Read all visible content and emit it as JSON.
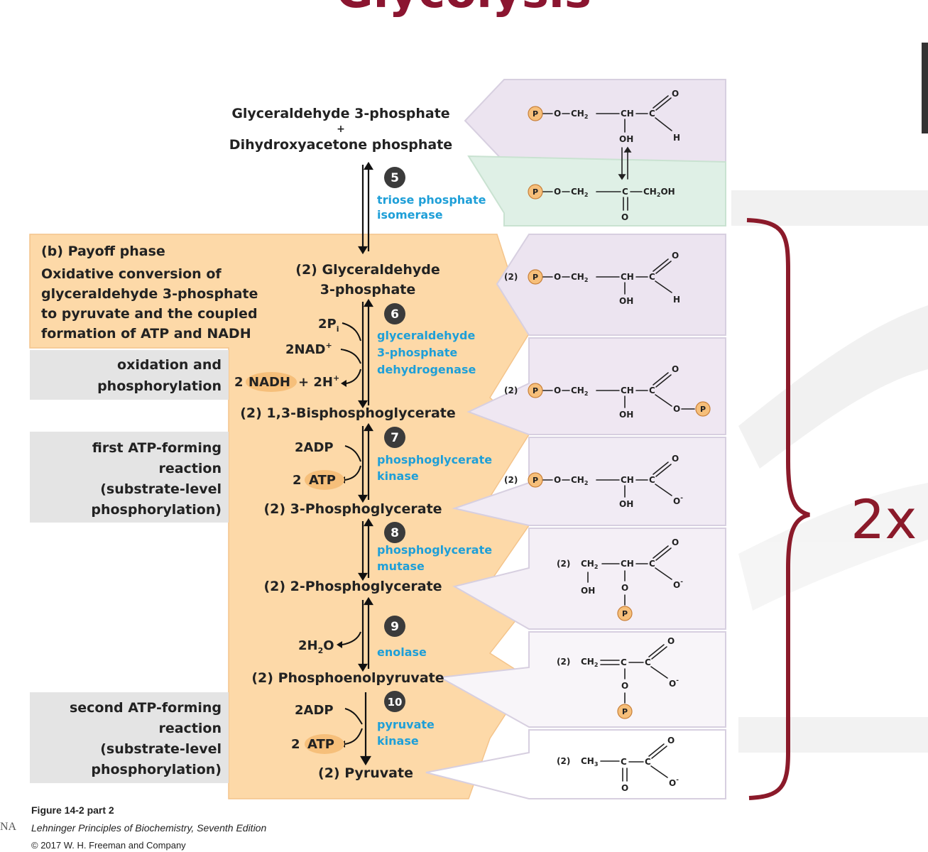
{
  "slide_title": "Glycolysis",
  "multiplier": "2x",
  "section": {
    "title": "(b) Payoff phase",
    "description": [
      "Oxidative conversion of",
      "glyceraldehyde 3-phosphate",
      "to pyruvate and the coupled",
      "formation of ATP and NADH"
    ]
  },
  "side_labels": {
    "oxidation": [
      "oxidation and",
      "phosphorylation"
    ],
    "first_atp": [
      "first ATP-forming",
      "reaction",
      "(substrate-level",
      "phosphorylation)"
    ],
    "second_atp": [
      "second ATP-forming",
      "reaction",
      "(substrate-level",
      "phosphorylation)"
    ]
  },
  "metabolites": {
    "g3p_top": "Glyceraldehyde 3-phosphate",
    "plus": "+",
    "dhap": "Dihydroxyacetone phosphate",
    "g3p_2": [
      "(2) Glyceraldehyde",
      "3-phosphate"
    ],
    "bpg": "(2) 1,3-Bisphosphoglycerate",
    "pg3": "(2) 3-Phosphoglycerate",
    "pg2": "(2) 2-Phosphoglycerate",
    "pep": "(2) Phosphoenolpyruvate",
    "pyruvate": "(2) Pyruvate"
  },
  "cofactors": {
    "pi": "2P",
    "pi_sub": "i",
    "nad": "2NAD",
    "nad_sup": "+",
    "nadh_prefix": "2",
    "nadh": "NADH",
    "h": "+ 2H",
    "h_sup": "+",
    "adp1": "2ADP",
    "atp1_prefix": "2",
    "atp1": "ATP",
    "h2o_a": "2H",
    "h2o_sub": "2",
    "h2o_b": "O",
    "adp2": "2ADP",
    "atp2_prefix": "2",
    "atp2": "ATP"
  },
  "steps": [
    {
      "num": "5",
      "enzyme": [
        "triose phosphate",
        "isomerase"
      ]
    },
    {
      "num": "6",
      "enzyme": [
        "glyceraldehyde",
        "3-phosphate",
        "dehydrogenase"
      ]
    },
    {
      "num": "7",
      "enzyme": [
        "phosphoglycerate",
        "kinase"
      ]
    },
    {
      "num": "8",
      "enzyme": [
        "phosphoglycerate",
        "mutase"
      ]
    },
    {
      "num": "9",
      "enzyme": [
        "enolase"
      ]
    },
    {
      "num": "10",
      "enzyme": [
        "pyruvate",
        "kinase"
      ]
    }
  ],
  "structures": {
    "p": "P",
    "o": "O",
    "h": "H",
    "oh": "OH",
    "ch": "CH",
    "ch2": "CH",
    "sub2": "2",
    "sub3": "3",
    "c": "C",
    "ch2oh": "CH",
    "ch2oh_tail": "OH",
    "minus": "-",
    "mult": "(2)"
  },
  "caption": {
    "figure": "Figure 14-2 part 2",
    "book": "Lehninger Principles of Biochemistry, Seventh Edition",
    "copyright": "© 2017 W. H. Freeman and Company",
    "margin_text": "NA"
  },
  "colors": {
    "peach": "#fdd9a8",
    "peach_dark": "#f9c98b",
    "gray": "#e4e4e4",
    "lavender": "#ece4f0",
    "mint": "#dff0e6",
    "enzyme_blue": "#1e9fd8",
    "title_red": "#8b1530",
    "brace": "#8b1a2a",
    "circle_dark": "#3b3b3b",
    "phosphate_fill": "#f6bf7a"
  }
}
